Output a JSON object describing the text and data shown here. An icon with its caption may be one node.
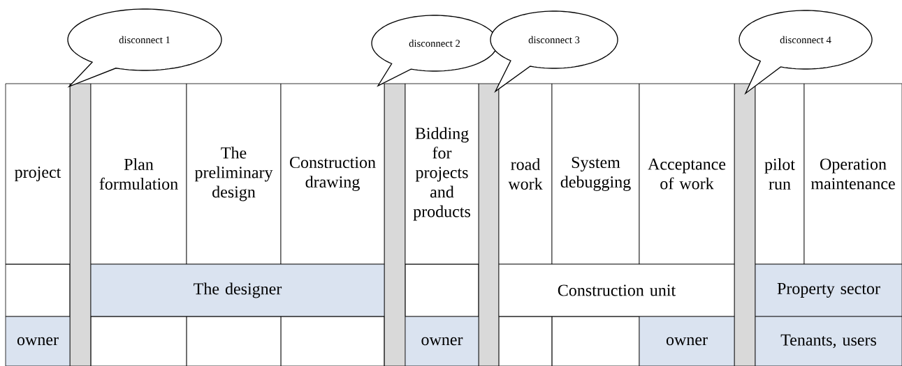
{
  "diagram": {
    "nodes": [
      {
        "text": [
          "disconnect 1"
        ]
      },
      {
        "text": [
          "disconnect 2"
        ]
      },
      {
        "text": [
          "disconnect 3"
        ]
      },
      {
        "text": [
          "disconnect 4"
        ]
      },
      {
        "text": [],
        "shape": "bar"
      },
      {
        "text": [],
        "shape": "bar"
      },
      {
        "text": [],
        "shape": "bar"
      },
      {
        "text": [],
        "shape": "bar"
      }
    ],
    "labels": [
      "project",
      "Plan formulation",
      "The preliminary design",
      "Construction drawing",
      "Bidding for projects and products",
      "road work",
      "System debugging",
      "Acceptance of work",
      "pilot run",
      "Operation maintenance",
      "The designer",
      "Construction unit",
      "Property sector",
      "owner",
      "owner",
      "owner",
      "Tenants, users"
    ]
  }
}
